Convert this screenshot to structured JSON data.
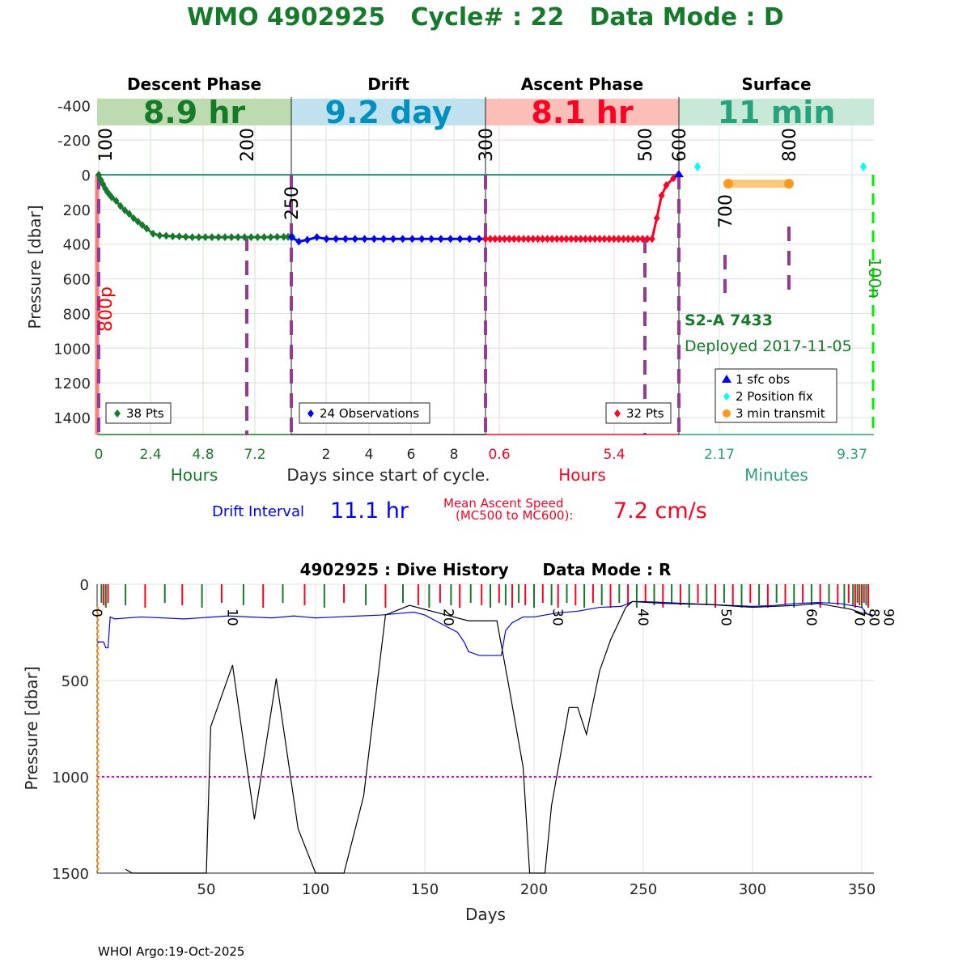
{
  "title": "WMO 4902925   Cycle# : 22   Data Mode : D",
  "colors": {
    "green": "#157a2a",
    "blue": "#0000ff",
    "red": "#ff0022",
    "teal": "#27a37c",
    "drift_blue": "#0090c0",
    "purple": "#953b96",
    "orange": "#ff9a1f",
    "cyan": "#00ffff",
    "lime": "#00ee00",
    "magenta": "#dd00dd"
  },
  "chart_data": [
    {
      "type": "line",
      "ylabel": "Pressure [dbar]",
      "xlabel": "Days since start of cycle.",
      "ylim": [
        -450,
        1500
      ],
      "yticks": [
        -400,
        -200,
        0,
        200,
        400,
        600,
        800,
        1000,
        1200,
        1400
      ],
      "phases": [
        {
          "name": "Descent Phase",
          "duration": "8.9 hr",
          "unit_label": "Hours",
          "ticks": [
            "0",
            "2.4",
            "4.8",
            "7.2"
          ],
          "legend": "38 Pts"
        },
        {
          "name": "Drift",
          "duration": "9.2 day",
          "unit_label": "",
          "ticks": [
            "2",
            "4",
            "6",
            "8"
          ],
          "legend": "24 Observations"
        },
        {
          "name": "Ascent Phase",
          "duration": "8.1 hr",
          "unit_label": "Hours",
          "ticks": [
            "0.6",
            "5.4"
          ],
          "legend": "32 Pts"
        },
        {
          "name": "Surface",
          "duration": "11 min",
          "unit_label": "Minutes",
          "ticks": [
            "2.17",
            "9.37"
          ]
        }
      ],
      "descent_series": {
        "hours": [
          0,
          0.1,
          0.2,
          0.3,
          0.4,
          0.5,
          0.6,
          0.8,
          1.0,
          1.2,
          1.4,
          1.6,
          1.8,
          2.0,
          2.2,
          2.5,
          2.8,
          3.1,
          3.4,
          3.7,
          4.0,
          4.3,
          4.6,
          4.9,
          5.2,
          5.5,
          5.8,
          6.1,
          6.4,
          6.7,
          7.0,
          7.3,
          7.6,
          7.9,
          8.2,
          8.5,
          8.7,
          8.9
        ],
        "pressure": [
          0,
          30,
          55,
          80,
          100,
          115,
          130,
          150,
          180,
          205,
          225,
          250,
          270,
          290,
          310,
          340,
          350,
          352,
          355,
          355,
          358,
          360,
          360,
          360,
          360,
          360,
          360,
          360,
          360,
          360,
          360,
          360,
          360,
          360,
          358,
          358,
          358,
          358
        ]
      },
      "drift_series": {
        "days": [
          0.35,
          0.7,
          1.1,
          1.55,
          2.0,
          2.45,
          2.9,
          3.35,
          3.8,
          4.25,
          4.7,
          5.15,
          5.6,
          6.05,
          6.5,
          6.95,
          7.4,
          7.85,
          8.3,
          8.75,
          9.2,
          9.5
        ],
        "pressure": [
          360,
          385,
          375,
          360,
          370,
          370,
          370,
          370,
          370,
          370,
          370,
          370,
          370,
          370,
          370,
          370,
          370,
          370,
          370,
          370,
          370,
          370
        ]
      },
      "ascent_series": {
        "hours": [
          0,
          0.2,
          0.4,
          0.6,
          0.8,
          1.0,
          1.2,
          1.4,
          1.6,
          1.8,
          2.0,
          2.2,
          2.4,
          2.6,
          2.8,
          3.0,
          3.2,
          3.4,
          3.6,
          3.8,
          4.0,
          4.2,
          4.4,
          4.6,
          4.8,
          5.0,
          5.2,
          5.4,
          5.6,
          5.8,
          6.0,
          6.2,
          6.4,
          6.6,
          6.8,
          7.0,
          7.2,
          7.4,
          7.6,
          7.9,
          8.1
        ],
        "pressure": [
          370,
          370,
          370,
          370,
          370,
          370,
          370,
          370,
          370,
          370,
          370,
          370,
          370,
          370,
          370,
          370,
          370,
          370,
          370,
          370,
          370,
          370,
          370,
          370,
          370,
          370,
          370,
          370,
          370,
          370,
          370,
          370,
          370,
          370,
          370,
          370,
          250,
          120,
          60,
          20,
          0
        ]
      },
      "mc_labels": [
        {
          "text": "100",
          "phase": "descent"
        },
        {
          "text": "200",
          "phase": "descent"
        },
        {
          "text": "250",
          "phase": "drift"
        },
        {
          "text": "300",
          "phase": "ascent"
        },
        {
          "text": "500",
          "phase": "ascent"
        },
        {
          "text": "600",
          "phase": "surface"
        },
        {
          "text": "700",
          "phase": "surface"
        },
        {
          "text": "800",
          "phase": "surface"
        }
      ],
      "side_labels": {
        "left": "800p",
        "right": "100n"
      },
      "float_info": {
        "model": "S2-A 7433",
        "deployed": "Deployed 2017-11-05"
      },
      "surface_legend": [
        "1 sfc obs",
        "2 Position fix",
        "3 min transmit"
      ],
      "drift_interval_label": "Drift Interval",
      "drift_interval_value": "11.1 hr",
      "ascent_speed_label1": "Mean Ascent Speed",
      "ascent_speed_label2": "(MC500 to MC600):",
      "ascent_speed_value": "7.2 cm/s"
    },
    {
      "type": "line",
      "title": "4902925 : Dive History      Data Mode : R",
      "xlabel": "Days",
      "ylabel": "Pressure [dbar]",
      "xlim": [
        0,
        355
      ],
      "ylim": [
        0,
        1500
      ],
      "xticks": [
        50,
        100,
        150,
        200,
        250,
        300,
        350
      ],
      "yticks": [
        0,
        500,
        1000,
        1500
      ],
      "reference_line": 1000,
      "park_pressure": {
        "days": [
          0,
          3,
          4,
          5,
          6,
          8,
          20,
          40,
          60,
          80,
          90,
          100,
          110,
          120,
          130,
          140,
          145,
          150,
          155,
          160,
          165,
          168,
          170,
          175,
          183,
          185,
          187,
          190,
          195,
          200,
          210,
          220,
          230,
          240,
          245,
          250,
          260,
          270,
          280,
          290,
          300,
          310,
          320,
          330,
          340,
          345,
          350,
          352,
          355
        ],
        "pressure": [
          300,
          300,
          330,
          330,
          170,
          180,
          170,
          180,
          165,
          175,
          165,
          175,
          170,
          165,
          160,
          150,
          145,
          160,
          190,
          220,
          250,
          300,
          350,
          370,
          370,
          370,
          240,
          200,
          170,
          170,
          150,
          140,
          120,
          115,
          90,
          90,
          95,
          100,
          105,
          110,
          115,
          110,
          100,
          95,
          100,
          110,
          120,
          150,
          170
        ]
      },
      "bathymetry": {
        "days": [
          13,
          16,
          50,
          52,
          62,
          72,
          82,
          92,
          100,
          113,
          122,
          132,
          143,
          170,
          183,
          188,
          195,
          198,
          205,
          208,
          216,
          220,
          224,
          230,
          235,
          242,
          245,
          260,
          280,
          300,
          320,
          330,
          345,
          350,
          355
        ],
        "pressure": [
          1480,
          1500,
          1500,
          740,
          420,
          1220,
          490,
          1270,
          1500,
          1500,
          1100,
          160,
          110,
          190,
          190,
          500,
          950,
          1500,
          1500,
          1150,
          640,
          640,
          780,
          450,
          290,
          120,
          90,
          100,
          105,
          120,
          110,
          100,
          130,
          150,
          160
        ]
      },
      "surfacing_days": [
        2,
        3,
        4,
        5,
        13,
        22,
        31,
        39,
        48,
        57,
        67,
        76,
        85,
        95,
        104,
        113,
        123,
        132,
        140,
        147,
        152,
        157,
        162,
        166,
        171,
        176,
        180,
        184,
        187,
        190,
        193,
        196,
        200,
        204,
        208,
        211,
        215,
        219,
        223,
        227,
        231,
        235,
        239,
        243,
        247,
        251,
        255,
        259,
        263,
        267,
        271,
        275,
        279,
        283,
        287,
        291,
        295,
        299,
        303,
        307,
        311,
        315,
        319,
        323,
        327,
        331,
        335,
        339,
        342,
        344,
        346,
        347,
        348,
        349,
        350,
        351,
        352,
        353
      ],
      "cycle_labels": [
        {
          "text": "0",
          "day": 0
        },
        {
          "text": "10",
          "day": 62
        },
        {
          "text": "20",
          "day": 161
        },
        {
          "text": "30",
          "day": 211
        },
        {
          "text": "40",
          "day": 250
        },
        {
          "text": "50",
          "day": 288
        },
        {
          "text": "60",
          "day": 327
        },
        {
          "text": "70",
          "day": 349
        },
        {
          "text": "80",
          "day": 353
        },
        {
          "text": "90",
          "day": 354
        }
      ]
    }
  ],
  "footer": "WHOI Argo:19-Oct-2025"
}
